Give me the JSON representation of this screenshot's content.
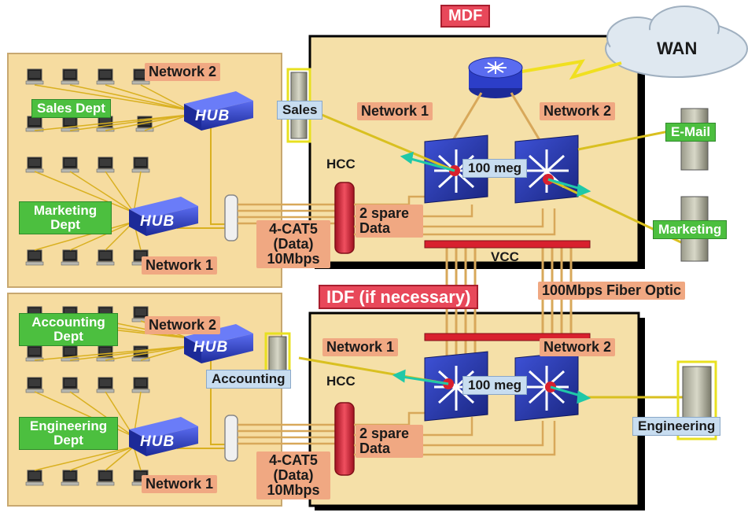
{
  "top": {
    "mdf_label": "MDF",
    "wan_label": "WAN",
    "idf_label": "IDF (if necessary)",
    "vcc_label": "VCC",
    "fiber_label": "100Mbps Fiber Optic"
  },
  "upper_floor": {
    "network2": "Network 2",
    "network1": "Network 1",
    "sales_dept": "Sales Dept",
    "marketing_dept": "Marketing Dept",
    "hub_upper": "HUB",
    "hub_lower": "HUB",
    "cable_label": "4-CAT5 (Data) 10Mbps",
    "hcc_label": "HCC",
    "spare_label": "2 spare Data",
    "mdf_network1": "Network 1",
    "mdf_network2": "Network 2",
    "speed_label": "100 meg",
    "server_sales": "Sales",
    "server_email": "E-Mail",
    "server_marketing": "Marketing"
  },
  "lower_floor": {
    "accounting_dept": "Accounting Dept",
    "engineering_dept": "Engineering Dept",
    "network2": "Network 2",
    "network1": "Network 1",
    "hub_upper": "HUB",
    "hub_lower": "HUB",
    "cable_label": "4-CAT5 (Data) 10Mbps",
    "hcc_label": "HCC",
    "spare_label": "2 spare Data",
    "idf_network1": "Network 1",
    "idf_network2": "Network 2",
    "speed_label": "100 meg",
    "server_accounting": "Accounting",
    "server_engineering": "Engineering"
  },
  "colors": {
    "floor_fill": "#f6dca0",
    "room_fill": "#f5e0a8",
    "hub_blue": "#2c3ec8",
    "switch_blue": "#2a3aa8",
    "cable_yellow": "#d9b020",
    "riser_red": "#d8202e",
    "fiber_tan": "#d8a85a"
  }
}
